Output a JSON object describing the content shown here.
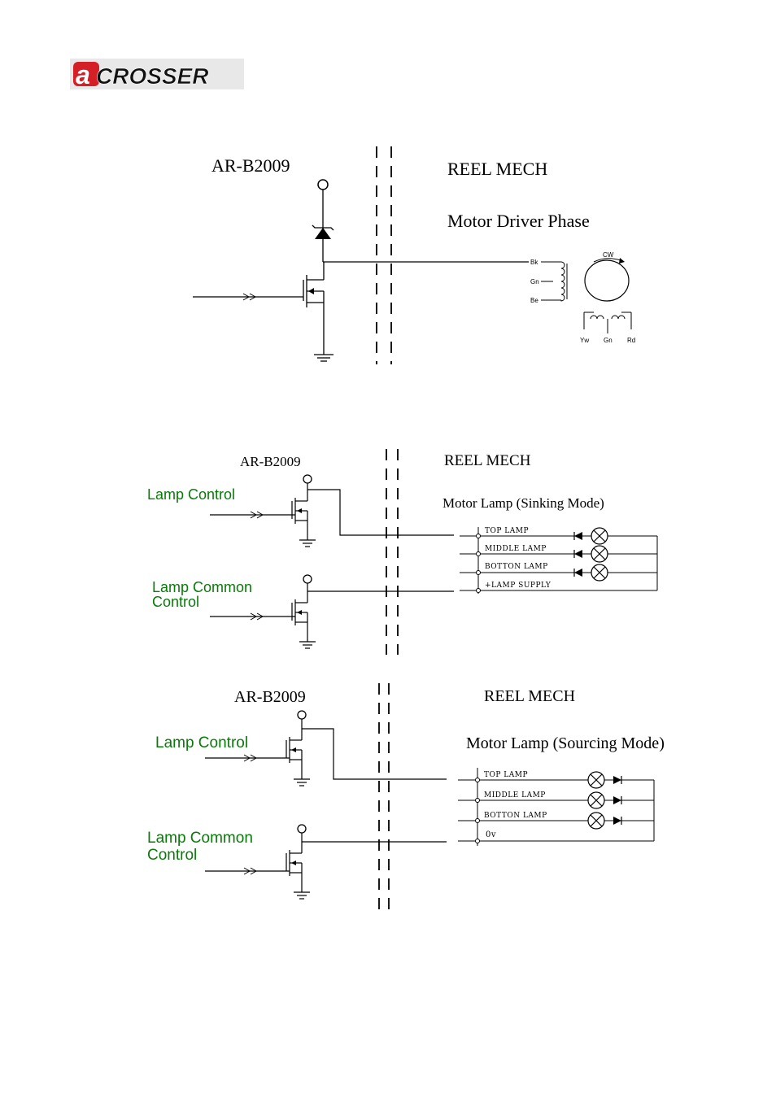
{
  "logo": {
    "text": "CROSSER",
    "mark": "a"
  },
  "diagram1": {
    "board_label": "AR-B2009",
    "reel_label": "REEL MECH",
    "title": "Motor Driver Phase",
    "wires_left": [
      "Bk",
      "Gn",
      "Be"
    ],
    "wires_bottom": [
      "Yw",
      "Gn",
      "Rd"
    ],
    "rotation": "CW"
  },
  "diagram2": {
    "board_label": "AR-B2009",
    "reel_label": "REEL MECH",
    "title": "Motor Lamp (Sinking Mode)",
    "control1": "Lamp Control",
    "control2_line1": "Lamp Common",
    "control2_line2": "Control",
    "rows": [
      "TOP LAMP",
      "MIDDLE LAMP",
      "BOTTON LAMP",
      "+LAMP SUPPLY"
    ]
  },
  "diagram3": {
    "board_label": "AR-B2009",
    "reel_label": "REEL MECH",
    "title": "Motor Lamp (Sourcing Mode)",
    "control1": "Lamp Control",
    "control2_line1": "Lamp Common",
    "control2_line2": "Control",
    "rows": [
      "TOP LAMP",
      "MIDDLE LAMP",
      "BOTTON LAMP",
      "0v"
    ]
  },
  "colors": {
    "label_green": "#0a7a0a",
    "logo_red": "#d41f26"
  }
}
